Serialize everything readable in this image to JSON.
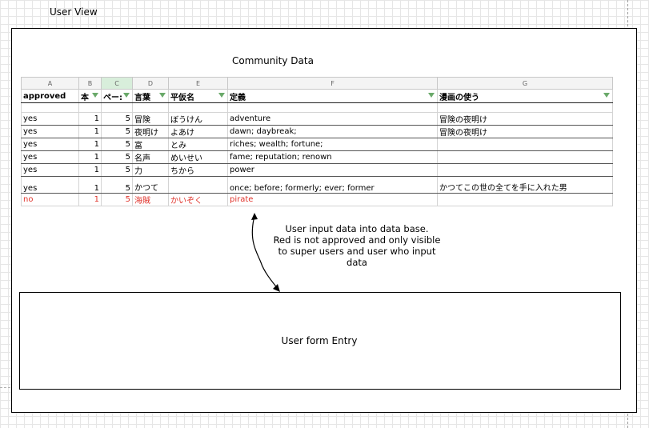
{
  "page": {
    "title": "User View"
  },
  "section": {
    "title": "Community Data"
  },
  "sheet": {
    "column_letters": [
      "A",
      "B",
      "C",
      "D",
      "E",
      "F",
      "G"
    ],
    "headers": [
      "approved",
      "本",
      "ペー:",
      "言葉",
      "平仮名",
      "定義",
      "漫画の使う"
    ],
    "rows": [
      [
        "yes",
        "1",
        "5",
        "冒険",
        "ぼうけん",
        "adventure",
        "冒険の夜明け"
      ],
      [
        "yes",
        "1",
        "5",
        "夜明け",
        "よあけ",
        "dawn; daybreak;",
        "冒険の夜明け"
      ],
      [
        "yes",
        "1",
        "5",
        "富",
        "とみ",
        "riches; wealth; fortune;",
        ""
      ],
      [
        "yes",
        "1",
        "5",
        "名声",
        "めいせい",
        "fame; reputation; renown",
        ""
      ],
      [
        "yes",
        "1",
        "5",
        "力",
        "ちから",
        "power",
        ""
      ],
      [
        "yes",
        "1",
        "5",
        "かつて",
        "",
        "once; before; formerly; ever; former",
        "かつてこの世の全てを手に入れた男"
      ],
      [
        "no",
        "1",
        "5",
        "海賊",
        "かいぞく",
        "pirate",
        ""
      ]
    ],
    "unapproved_color": "#e0342c"
  },
  "annotation": {
    "lines": [
      "User input data into data base.",
      "Red is not approved and only visible",
      "to super users and user who input",
      "data"
    ]
  },
  "form": {
    "label": "User form Entry"
  }
}
